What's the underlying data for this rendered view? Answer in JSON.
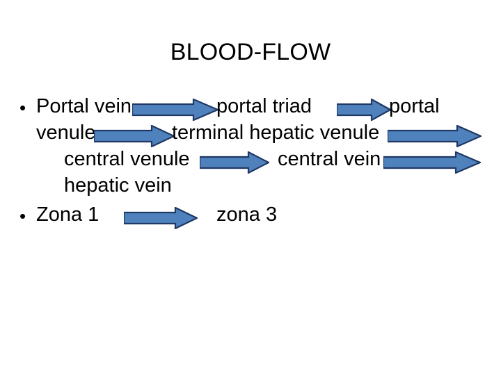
{
  "slide": {
    "title": "BLOOD-FLOW",
    "background_color": "#ffffff",
    "text_color": "#000000",
    "arrow_fill_color": "#4f81bd",
    "arrow_outline_color": "#1f3864",
    "bullet_glyph": "•"
  },
  "bullets": [
    {
      "bullet": "•",
      "lines": [
        {
          "runs": [
            {
              "text": "Portal vein"
            },
            {
              "arrow": true
            },
            {
              "text": "portal triad"
            },
            {
              "arrow": true
            },
            {
              "text": "portal"
            }
          ]
        },
        {
          "runs": [
            {
              "text": "venule"
            },
            {
              "arrow": true
            },
            {
              "text": "terminal hepatic venule"
            },
            {
              "arrow": true
            }
          ]
        },
        {
          "runs": [
            {
              "text": "central venule"
            },
            {
              "arrow": true
            },
            {
              "text": "central vein"
            },
            {
              "arrow": true
            }
          ]
        },
        {
          "runs": [
            {
              "text": "hepatic vein"
            }
          ]
        }
      ]
    },
    {
      "bullet": "•",
      "lines": [
        {
          "runs": [
            {
              "text": "Zona 1"
            },
            {
              "arrow": true
            },
            {
              "text": "zona 3"
            }
          ]
        }
      ]
    }
  ],
  "text_runs": {
    "portal_vein": "Portal vein",
    "portal_triad": "portal triad",
    "portal": "portal",
    "venule": "venule",
    "terminal_hepatic_venule": "terminal hepatic venule",
    "central_venule": "central venule",
    "central_vein": "central vein",
    "hepatic_vein": "hepatic vein",
    "zona_1": "Zona 1",
    "zona_3": "zona 3",
    "bullet_1": "•",
    "bullet_2": "•"
  }
}
